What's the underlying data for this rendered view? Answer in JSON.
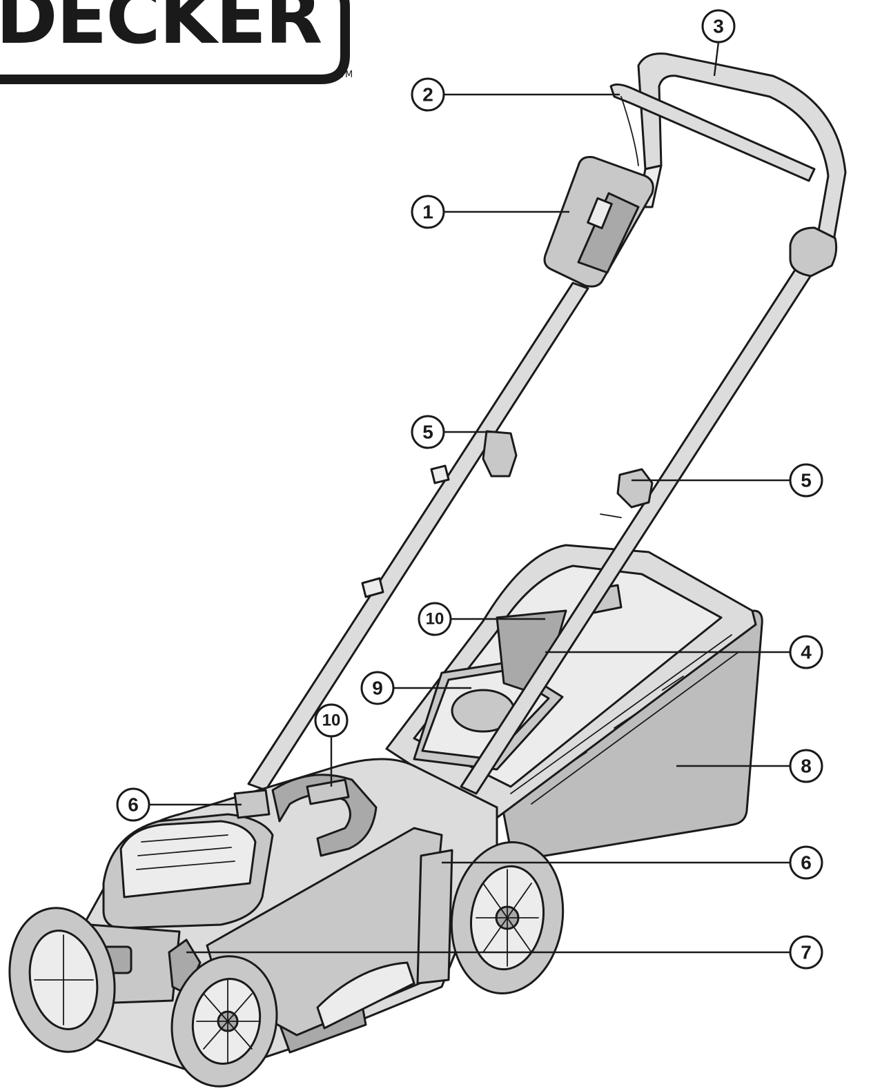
{
  "logo": {
    "text": "DECKER",
    "trademark": "TM"
  },
  "callouts": [
    {
      "id": "c1",
      "label": "1"
    },
    {
      "id": "c2",
      "label": "2"
    },
    {
      "id": "c3",
      "label": "3"
    },
    {
      "id": "c4",
      "label": "4"
    },
    {
      "id": "c5a",
      "label": "5"
    },
    {
      "id": "c5b",
      "label": "5"
    },
    {
      "id": "c6a",
      "label": "6"
    },
    {
      "id": "c6b",
      "label": "6"
    },
    {
      "id": "c7",
      "label": "7"
    },
    {
      "id": "c8",
      "label": "8"
    },
    {
      "id": "c9",
      "label": "9"
    },
    {
      "id": "c10a",
      "label": "10"
    },
    {
      "id": "c10b",
      "label": "10"
    }
  ],
  "colors": {
    "outline": "#1a1a1a",
    "body": "#dcdcdc",
    "grass_box": "#bdbdbd",
    "background": "#ffffff"
  }
}
